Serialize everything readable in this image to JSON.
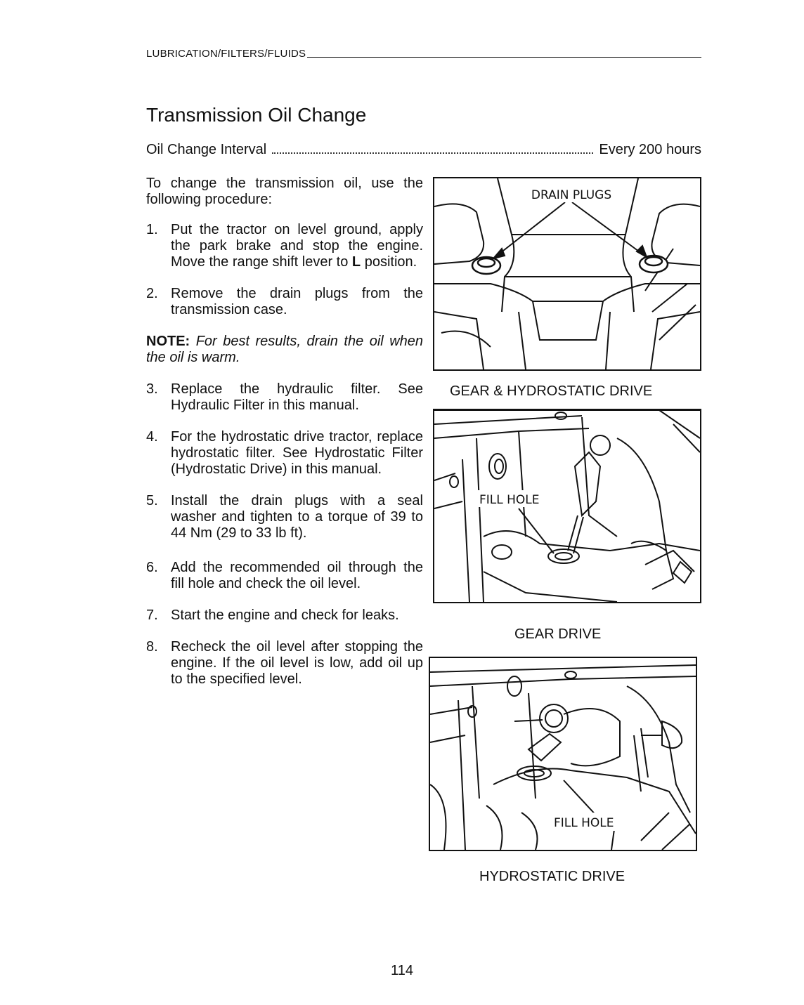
{
  "header": {
    "section": "LUBRICATION/FILTERS/FLUIDS"
  },
  "title": "Transmission Oil Change",
  "interval": {
    "label": "Oil Change Interval",
    "value": "Every 200 hours"
  },
  "intro": "To change the transmission oil, use the following procedure:",
  "steps_a": [
    {
      "num": "1.",
      "text": "Put the tractor on level ground, apply the park brake and stop the engine. Move the range shift lever to ",
      "bold": "L",
      "tail": " position."
    },
    {
      "num": "2.",
      "text": "Remove the drain plugs from the transmission case."
    }
  ],
  "note": {
    "label": "NOTE:",
    "text": "For best results, drain the oil when the oil is warm."
  },
  "steps_b": [
    {
      "num": "3.",
      "text": "Replace the hydraulic filter. See Hydraulic Filter in this manual."
    },
    {
      "num": "4.",
      "text": "For the hydrostatic drive tractor, replace hydrostatic filter. See Hydrostatic Filter (Hydrostatic Drive) in this manual."
    },
    {
      "num": "5.",
      "text": "Install the drain plugs with a seal washer and tighten to a torque of 39 to 44 Nm (29 to 33 lb ft)."
    },
    {
      "num": "6.",
      "text": "Add the recommended oil through the fill hole and check the oil level."
    },
    {
      "num": "7.",
      "text": "Start the engine and check for leaks."
    },
    {
      "num": "8.",
      "text": "Recheck the oil level after stopping the engine. If the oil level is low, add oil up to the specified level."
    }
  ],
  "figures": {
    "drain": {
      "callout": "DRAIN PLUGS",
      "caption": "GEAR & HYDROSTATIC DRIVE"
    },
    "gear": {
      "callout": "FILL HOLE",
      "caption": "GEAR DRIVE"
    },
    "hydro": {
      "callout": "FILL HOLE",
      "caption": "HYDROSTATIC DRIVE"
    }
  },
  "page_number": "114"
}
